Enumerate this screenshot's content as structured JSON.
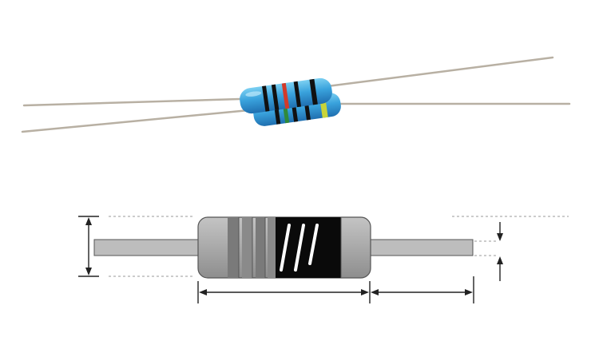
{
  "colors": {
    "body_blue": "#3aa3dd",
    "body_blue_dark": "#1f6fb0",
    "lead_wire": "#b8b0a3",
    "band_black": "#111111",
    "band_green": "#2f8a3a",
    "band_red": "#d23a2a",
    "band_yellow": "#c8d43a",
    "schematic_body": "#a9a9a9",
    "schematic_band_dark": "#7a7a7a",
    "schematic_core": "#0a0a0a",
    "schematic_lead": "#bdbdbd",
    "dimension_line": "#222222"
  },
  "photo": {
    "front_resistor_bands": [
      "black",
      "black",
      "red",
      "black",
      "black"
    ],
    "back_resistor_bands": [
      "black",
      "green",
      "black",
      "black",
      "yellow"
    ]
  },
  "schematic": {
    "cap_bands": 4,
    "core_windings": 3
  }
}
